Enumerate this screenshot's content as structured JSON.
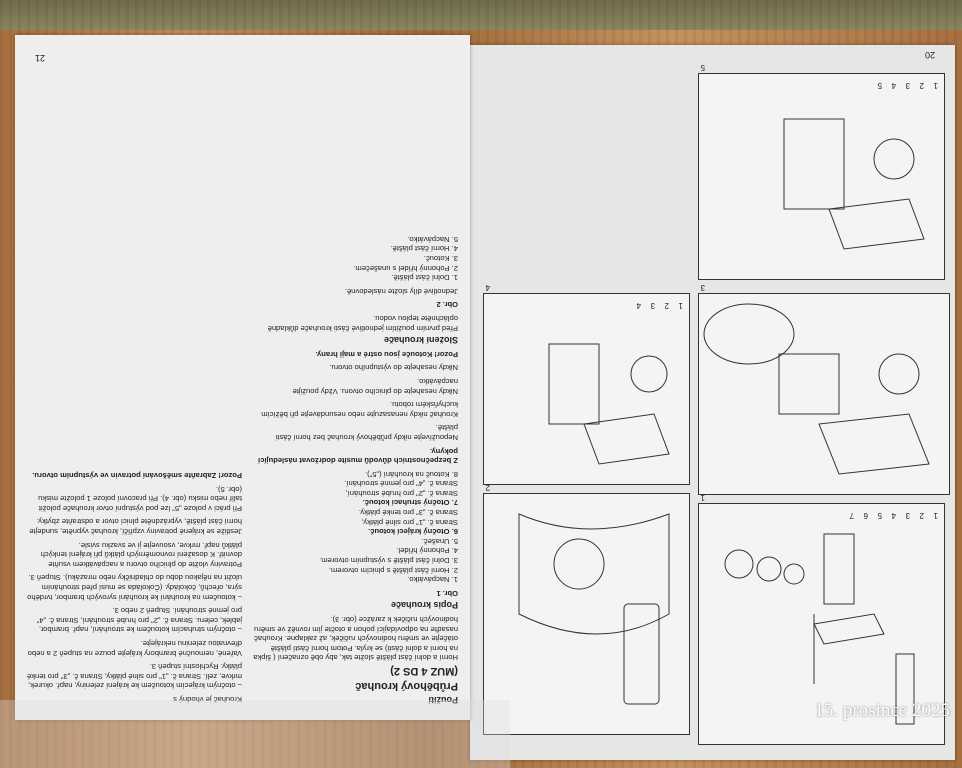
{
  "left_page": {
    "page_number": "20",
    "figures": [
      {
        "number": "1",
        "callouts": [
          "1",
          "2",
          "3",
          "4",
          "5",
          "6",
          "7"
        ]
      },
      {
        "number": "2",
        "callouts": []
      },
      {
        "number": "3",
        "callouts": []
      },
      {
        "number": "4",
        "callouts": [
          "1",
          "2",
          "3",
          "4"
        ]
      },
      {
        "number": "5",
        "callouts": [
          "1",
          "2",
          "3",
          "4",
          "5"
        ]
      }
    ]
  },
  "right_page": {
    "page_number": "21",
    "col1": {
      "section": "Použití",
      "title": "Průběhový krouhač",
      "model": "(MUZ 4 DS 2)",
      "intro": "Horní a dolní část pláště složte tak, aby obě označení ( šipka na horní a dolní části) se kryla. Potom horní částí pláště otáčejte ve směru hodinových ručiček, až zaklapne. Krouhač nasaďte na odpovídající pohon a otočte jím rovněž ve směru hodinových ručiček k zarážce (obr. 3).",
      "desc_heading": "Popis krouhače",
      "fig1_label": "Obr. 1",
      "parts": [
        "1. Nacpávátko.",
        "2. Horní část pláště s plnicím otvorem.",
        "3. Dolní část pláště s výstupním otvorem.",
        "4. Pohonný hřídel.",
        "5. Unašeč.",
        "6. Otočný krájecí kotouč.",
        "Strana č. „1\" pro silné plátky,",
        "Strana č. „3\" pro tenké plátky.",
        "7. Otočný struhací kotouč.",
        "Strana č. „2\" pro hrubé strouhání,",
        "Strana č. „4\" pro jemné strouhání.",
        "8. Kotouč na krouhání („5\")."
      ],
      "safety_heading": "Z bezpečnostních důvodů musíte dodržovat následující pokyny.",
      "safety": [
        "Nepoužívejte nikdy průběhový krouhač bez horní části pláště.",
        "Krouhač nikdy nenasazujte nebo nesundávejte při běžícím kuchyňském robotu.",
        "Nikdy nesahejte do plnicího otvoru. Vždy použijte nacpávátko.",
        "Nikdy nesahejte do výstupního otvoru.",
        "Pozor! Kotouče jsou ostré a mají hrany."
      ],
      "assembly_heading": "Složení krouhače",
      "assembly_intro": "Před prvním použitím jednotlivé části krouhače důkladně opláchněte teplou vodou.",
      "fig2_label": "Obr. 2",
      "assembly_note": "Jednotlivé díly složte následovně.",
      "assembly_steps": [
        "1. Dolní část pláště.",
        "2. Pohonný hřídel s unašečem.",
        "3. Kotouč.",
        "4. Horní část pláště.",
        "5. Nacpávátko."
      ]
    },
    "col2": {
      "p1": "Krouhač je vhodný s",
      "p2": "– otočným krájecím kotoučem ke krájení zeleniny, např. okurek, mrkve, zelí. Strana č. „1\" pro silné plátky, Strana č. „3\" pro tenké plátky. Rychlostní stupeň 3.",
      "p3": "Vařené, nemoučné brambory krájejte pouze na stupeň 2 a nebo dřevnatou zeleninu nekrájejte.",
      "p4": "– otočným struhacím kotoučem ke strouhání, např. brambor, jablek, celeru. Strana č. „2\" pro hrubé strouhání, Strana č. „4\" pro jemné strouhání. Stupeň 2 nebo 3.",
      "p5": "– kotoučem na krouhání ke krouhání syrových brambor, tvrdého sýra, ořechů, čokolády. (Čokoláda se musí před strouháním uložit na nějakou dobu do chladničky nebo mrazáku). Stupeň 3.",
      "p6": "Potraviny vložte do plnicího otvoru a nacpávátkem vsuňte dovnitř. K dosažení rovnoměrných plátků při krájení tenkých plátků např. mrkve, vsouvejte ji ve svazku svisle.",
      "p7": "Jestliže se krájené potraviny vzpříčí, krouhač vypněte, sundejte horní část pláště, vyprázdněte plnicí otvor a odstraňte zbytky.",
      "p8": "Při práci v poloze „5\" lze pod výstupní otvor krouhače položit talíř nebo misku (obr. 4). Při pracovní poloze 1 položte misku (obr. 5).",
      "p9": "Pozor! Zabraňte směšování potravin ve výstupním otvoru."
    }
  },
  "watermark": "15. prosince 2025"
}
